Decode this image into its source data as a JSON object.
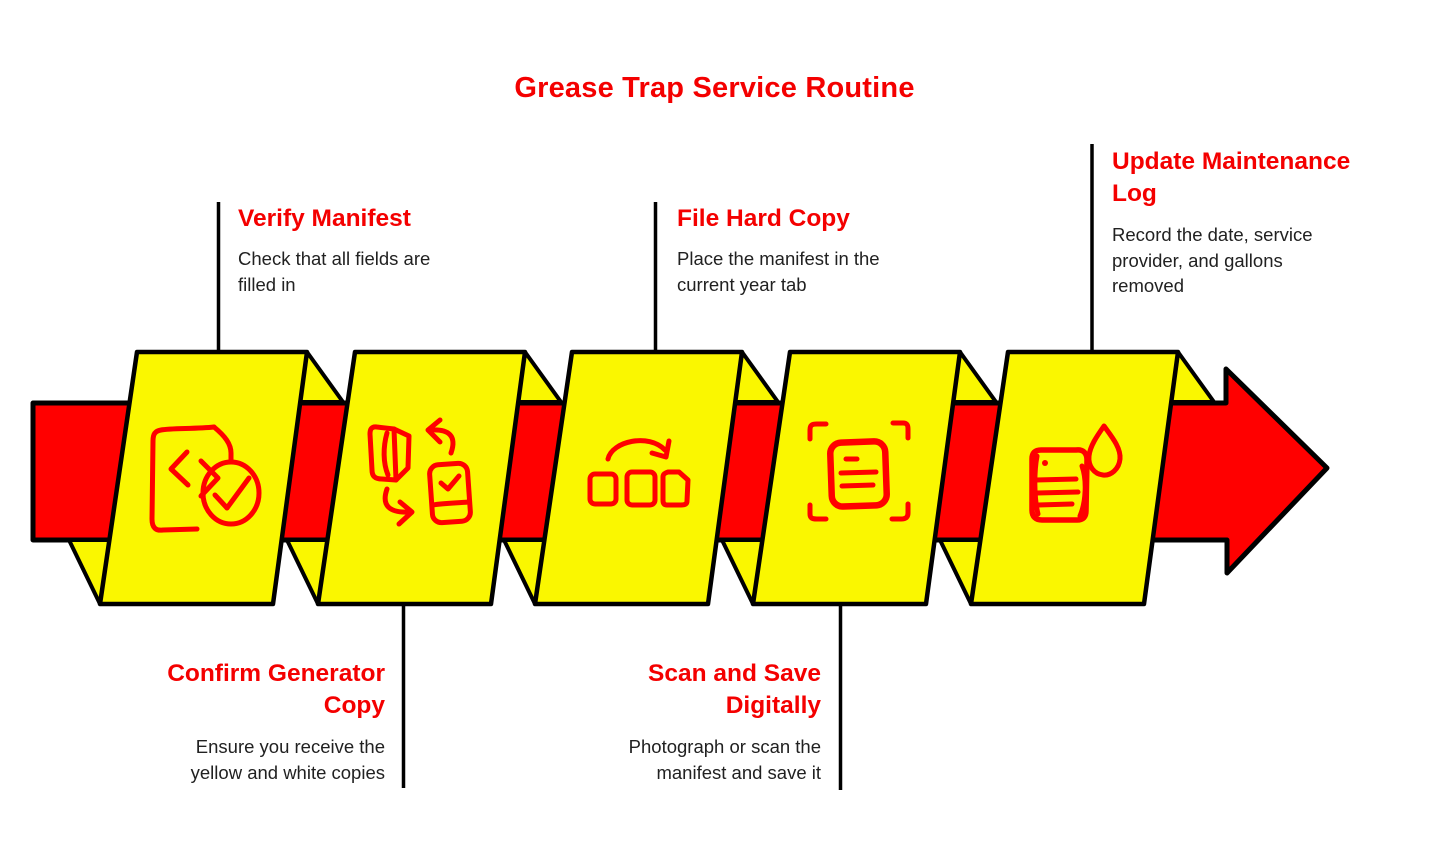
{
  "title": "Grease Trap Service Routine",
  "colors": {
    "accent_red": "#FF0000",
    "heading_red": "#F40000",
    "panel_yellow": "#FAF700",
    "outline_black": "#000000",
    "body_text": "#212121"
  },
  "steps": [
    {
      "heading": "Verify Manifest",
      "description": "Check that all fields are\nfilled in",
      "label_position": "top",
      "icon": "document-code-check-icon"
    },
    {
      "heading": "Confirm Generator\nCopy",
      "description": "Ensure you receive the\nyellow and white copies",
      "label_position": "bottom",
      "icon": "copy-exchange-icon"
    },
    {
      "heading": "File Hard Copy",
      "description": "Place the manifest in the\ncurrent year tab",
      "label_position": "top",
      "icon": "file-cards-arrow-icon"
    },
    {
      "heading": "Scan and Save\nDigitally",
      "description": "Photograph or scan the\nmanifest and save it",
      "label_position": "bottom",
      "icon": "scan-document-icon"
    },
    {
      "heading": "Update Maintenance\nLog",
      "description": "Record the date, service\nprovider, and gallons\nremoved",
      "label_position": "top",
      "icon": "log-droplet-icon"
    }
  ]
}
